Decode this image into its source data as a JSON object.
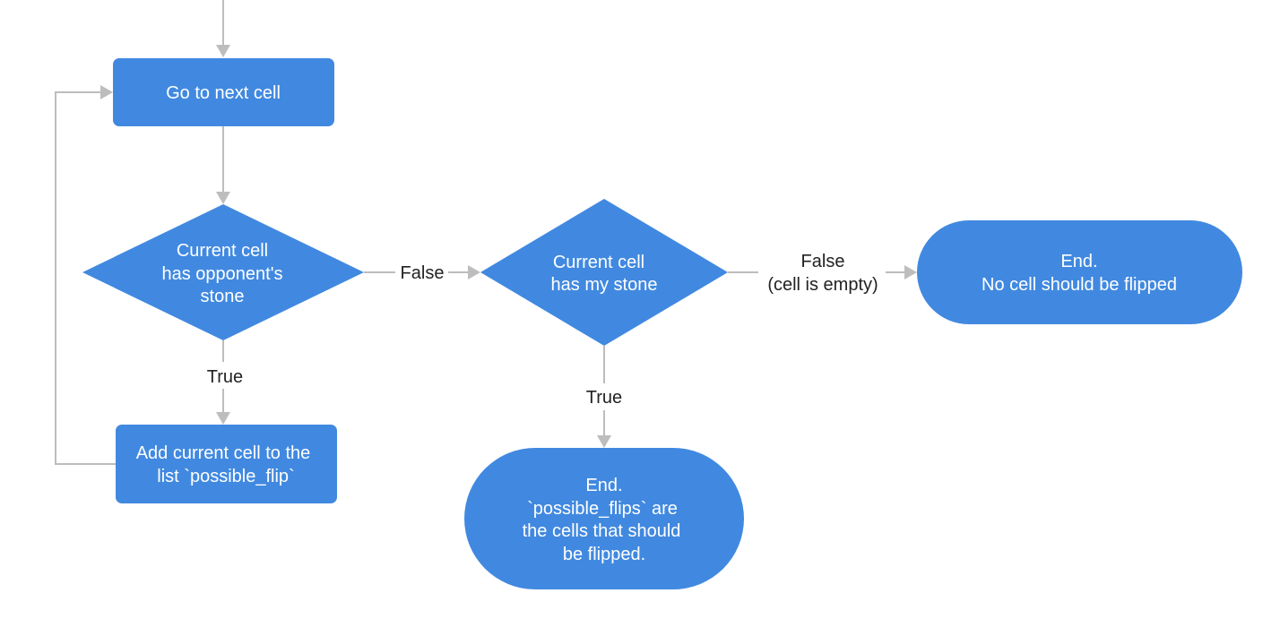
{
  "colors": {
    "node_fill": "#4189e0",
    "node_text": "#ffffff",
    "edge": "#bdbdbd",
    "label_text": "#222222",
    "background": "#ffffff"
  },
  "nodes": {
    "go_next": {
      "kind": "process",
      "lines": [
        "Go to next cell"
      ]
    },
    "opp_stone": {
      "kind": "decision",
      "lines": [
        "Current cell",
        "has opponent's",
        "stone"
      ]
    },
    "my_stone": {
      "kind": "decision",
      "lines": [
        "Current cell",
        "has my stone"
      ]
    },
    "add_cell": {
      "kind": "process",
      "lines": [
        "Add current cell to the",
        "list `possible_flip`"
      ]
    },
    "end_none": {
      "kind": "terminal",
      "lines": [
        "End.",
        "No cell should be flipped"
      ]
    },
    "end_flips": {
      "kind": "terminal",
      "lines": [
        "End.",
        "`possible_flips` are",
        "the cells that should",
        "be flipped."
      ]
    }
  },
  "edges": {
    "entry": {
      "from": "",
      "to": "go_next",
      "label": []
    },
    "next_to_opp": {
      "from": "go_next",
      "to": "opp_stone",
      "label": []
    },
    "opp_false": {
      "from": "opp_stone",
      "to": "my_stone",
      "label": [
        "False"
      ]
    },
    "opp_true": {
      "from": "opp_stone",
      "to": "add_cell",
      "label": [
        "True"
      ]
    },
    "loop_back": {
      "from": "add_cell",
      "to": "go_next",
      "label": []
    },
    "my_false": {
      "from": "my_stone",
      "to": "end_none",
      "label": [
        "False",
        "(cell is empty)"
      ]
    },
    "my_true": {
      "from": "my_stone",
      "to": "end_flips",
      "label": [
        "True"
      ]
    }
  }
}
